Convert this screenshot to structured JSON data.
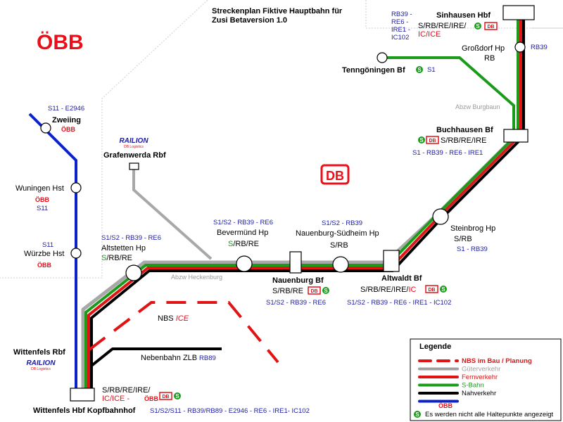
{
  "title": {
    "line1": "Streckenplan Fiktive Hauptbahn für",
    "line2": "Zusi Betaversion 1.0"
  },
  "obb_logo": "ÖBB",
  "db_logo": "DB",
  "colors": {
    "s_bahn": "#1a9c1a",
    "fernverkehr": "#e01414",
    "nahverkehr": "#000000",
    "gueterverkehr": "#a0a0a0",
    "obb": "#0a22c8",
    "service_text": "#1a1aa8",
    "brand_red": "#e8101a"
  },
  "stations": {
    "sinhausen": {
      "name": "Sinhausen Hbf",
      "svc_code": "RB39 -\nRE6 -\nIRE1 -\nIC102",
      "types1": "S/RB/RE/IRE/",
      "types2": "IC/ICE"
    },
    "grossdorf": {
      "name1": "Großdorf Hp",
      "name2": "RB",
      "svc": "RB39"
    },
    "tenngoeningen": {
      "name": "Tenngöningen Bf",
      "svc": "S1"
    },
    "abzw_burgbaun": "Abzw Burgbaun",
    "buchhausen": {
      "name": "Buchhausen Bf",
      "types": "S/RB/RE/IRE",
      "svc": "S1 - RB39 - RE6 - IRE1"
    },
    "steinbrog": {
      "name": "Steinbrog Hp",
      "types": "S/RB",
      "svc": "S1 - RB39"
    },
    "altwaldt": {
      "name": "Altwaldt Bf",
      "types1": "S/RB/RE/IRE/",
      "types2": "IC",
      "svc": "S1/S2 - RB39 - RE6 - IRE1 - IC102"
    },
    "nauenburg_suedheim": {
      "svc": "S1/S2 - RB39",
      "name": "Nauenburg-Südheim Hp",
      "types": "S/RB"
    },
    "nauenburg": {
      "name": "Nauenburg Bf",
      "types": "S/RB/RE",
      "svc": "S1/S2 - RB39 - RE6"
    },
    "bevermuend": {
      "svc": "S1/S2 - RB39 - RE6",
      "name": "Bevermünd Hp",
      "types1": "S",
      "types2": "/RB/RE"
    },
    "altstetten": {
      "svc": "S1/S2 - RB39 - RE6",
      "name": "Altstetten Hp",
      "types1": "S",
      "types2": "/RB/RE"
    },
    "abzw_heckenburg": "Abzw Heckenburg",
    "grafenwerda": {
      "logo": "RAILION",
      "logo_sub": "DB Logistics",
      "name": "Grafenwerda Rbf"
    },
    "zweiing": {
      "svc": "S11 - E2946",
      "name": "Zweiing"
    },
    "wuningen": {
      "name": "Wuningen Hst",
      "svc": "S11"
    },
    "wuerzbe": {
      "svc": "S11",
      "name": "Würzbe Hst"
    },
    "wittenfels_rbf": {
      "name": "Wittenfels Rbf",
      "logo": "RAILION",
      "logo_sub": "DB Logistics"
    },
    "wittenfels_hbf": {
      "types1": "S/RB/RE/IRE/",
      "types2": "IC/ICE - ",
      "name": "Wittenfels Hbf Kopfbahnhof",
      "svc": "S1/S2/S11 - RB39/RB89 - E2946 - RE6 - IRE1- IC102"
    }
  },
  "nbs_label": {
    "prefix": "NBS",
    "suffix": "ICE"
  },
  "nebenbahn": {
    "label": "Nebenbahn ZLB",
    "svc": "RB89"
  },
  "legend": {
    "title": "Legende",
    "items": [
      {
        "label": "NBS im Bau / Planung",
        "color": "#e01414",
        "style": "dashed"
      },
      {
        "label": "Güterverkehr",
        "color": "#a0a0a0",
        "style": "solid"
      },
      {
        "label": "Fernverkehr",
        "color": "#e01414",
        "style": "solid"
      },
      {
        "label": "S-Bahn",
        "color": "#1a9c1a",
        "style": "solid"
      },
      {
        "label": "Nahverkehr",
        "color": "#000000",
        "style": "solid"
      },
      {
        "label": "",
        "color": "#0a22c8",
        "style": "solid"
      }
    ],
    "obb": "ÖBB",
    "note": "Es werden nicht alle Haltepunkte angezeigt"
  }
}
